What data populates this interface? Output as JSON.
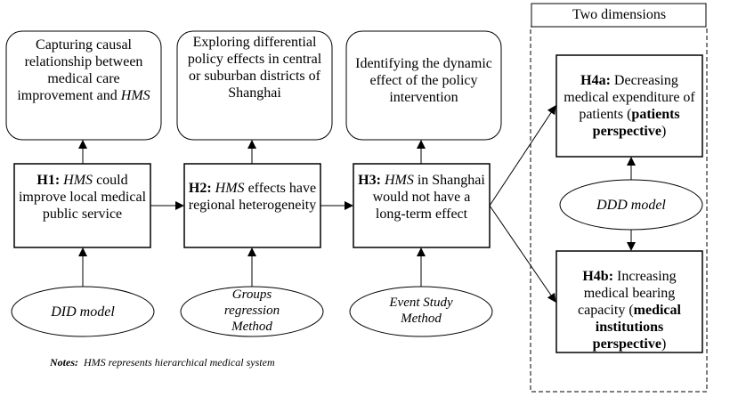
{
  "objectives": {
    "o1": "Capturing causal relationship between medical care improvement and HMS",
    "o2": "Exploring differential policy effects in central or suburban districts of Shanghai",
    "o3": "Identifying the dynamic effect of the policy intervention"
  },
  "hypotheses": {
    "h1": {
      "label": "H1:",
      "text": "HMS could improve local medical public service"
    },
    "h2": {
      "label": "H2:",
      "text": "HMS effects have regional heterogeneity"
    },
    "h3": {
      "label": "H3:",
      "text": "HMS in Shanghai would not have a long-term effect"
    },
    "h4a": {
      "label": "H4a:",
      "text": "Decreasing medical expenditure of patients (patients perspective)"
    },
    "h4b": {
      "label": "H4b:",
      "text": "Increasing medical bearing capacity (medical institutions perspective)"
    }
  },
  "methods": {
    "m1": "DID model",
    "m2": "Groups regression Method",
    "m3": "Event Study Method",
    "m4": "DDD model"
  },
  "dimensions_title": "Two dimensions",
  "notes": {
    "label": "Notes:",
    "text": "HMS represents hierarchical medical system"
  }
}
